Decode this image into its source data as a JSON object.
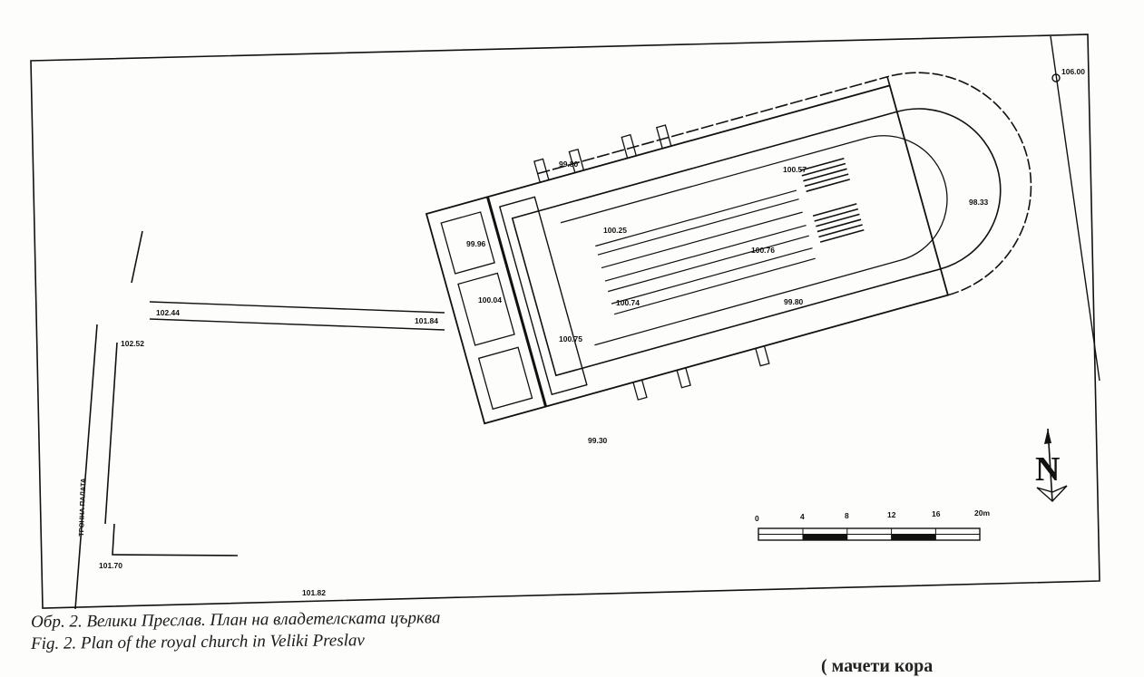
{
  "figure": {
    "caption_bg": "Обр. 2. Велики Преслав. План на владетелската църква",
    "caption_en": "Fig. 2. Plan of the royal church in Veliki Preslav",
    "bottom_text_fragment": "(   мачети  кора"
  },
  "side_label": "ТРОННА ПАЛАТА",
  "elevations": {
    "e1": "106.00",
    "e2": "99.80",
    "e3": "100.57",
    "e4": "98.33",
    "e5": "100.25",
    "e6": "100.76",
    "e7": "99.96",
    "e8": "100.04",
    "e9": "100.74",
    "e10": "99.80",
    "e11": "100.75",
    "e12": "99.30",
    "e13": "102.44",
    "e14": "101.84",
    "e15": "102.52",
    "e16": "101.70",
    "e17": "101.82"
  },
  "scale_bar": {
    "ticks": [
      "0",
      "4",
      "8",
      "12",
      "16",
      "20m"
    ]
  },
  "north_arrow": {
    "letter": "N"
  }
}
